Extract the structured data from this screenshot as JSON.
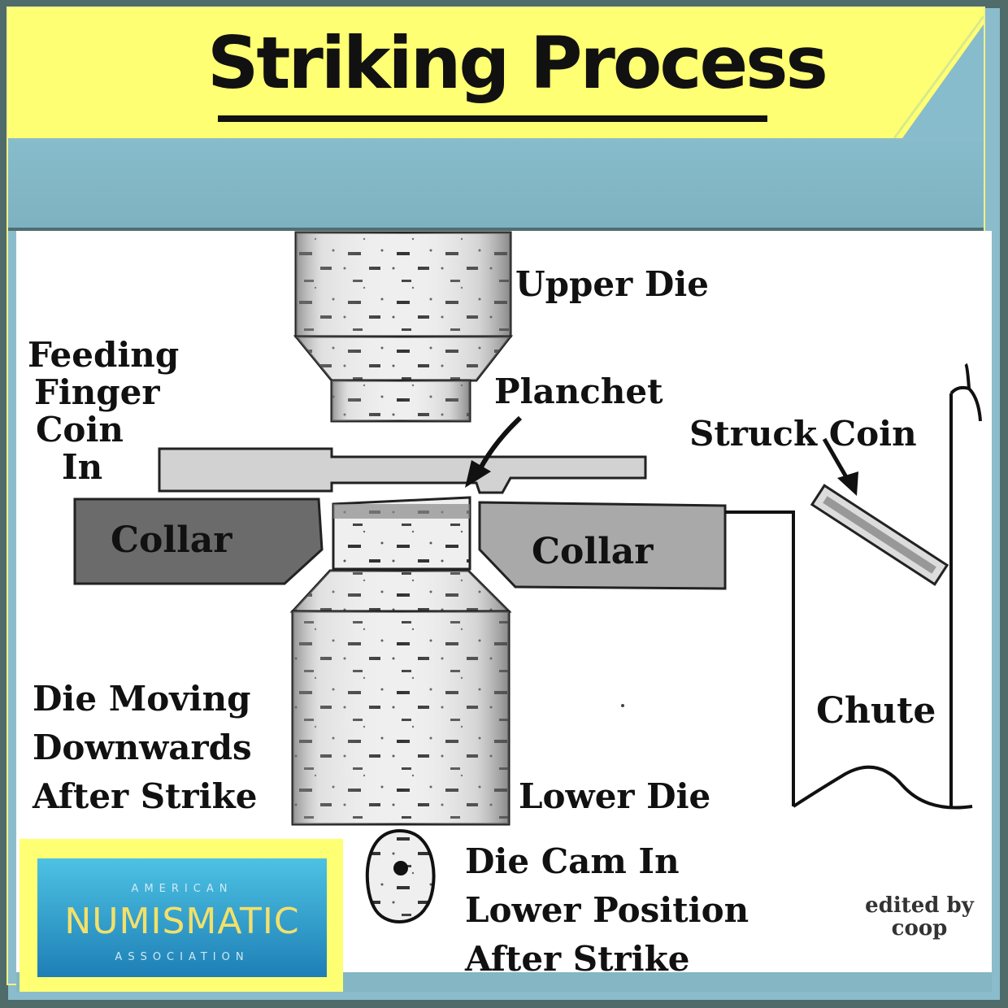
{
  "title": "Striking Process",
  "labels": {
    "upper_die": "Upper Die",
    "feeding_finger": [
      "Feeding",
      "Finger",
      "Coin",
      "In"
    ],
    "planchet": "Planchet",
    "struck_coin": "Struck Coin",
    "collar_left": "Collar",
    "collar_right": "Collar",
    "die_moving": [
      "Die Moving",
      "Downwards",
      "After Strike"
    ],
    "chute": "Chute",
    "lower_die": "Lower Die",
    "die_cam": [
      "Die Cam In",
      "Lower Position",
      "After Strike"
    ],
    "edited_by": [
      "edited by",
      "coop"
    ]
  },
  "logo": {
    "line1": "AMERICAN",
    "line2": "NUMISMATIC",
    "line3": "ASSOCIATION"
  },
  "colors": {
    "title_band": "#ffff73",
    "blue_band": "#86bccb",
    "frame": "#4f6c6a",
    "collar_left": "#6b6b6b",
    "collar_right": "#a9a9a9"
  }
}
